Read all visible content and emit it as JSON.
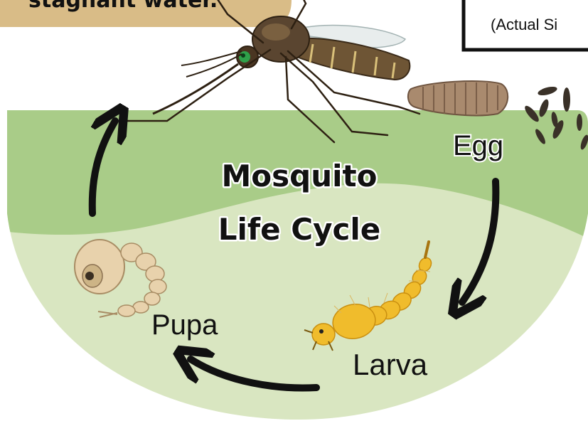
{
  "diagram": {
    "title_line1": "Mosquito",
    "title_line2": "Life Cycle",
    "top_left_label": "stagnant water.",
    "top_right_label": "(Actual Si",
    "stages": {
      "egg": "Egg",
      "larva": "Larva",
      "pupa": "Pupa"
    }
  },
  "colors": {
    "bowl_dark": "#a9cc88",
    "bowl_light": "#d9e6c1",
    "badge": "#d9bc87",
    "arrow": "#111111",
    "larva": "#f0bc2c",
    "pupa": "#e8d2ac",
    "egg_raft": "#a98a6e",
    "mosquito_body": "#5a4530"
  },
  "icons": [
    "mosquito-icon",
    "egg-raft-icon",
    "larva-icon",
    "pupa-icon",
    "cycle-arrow-icon"
  ]
}
